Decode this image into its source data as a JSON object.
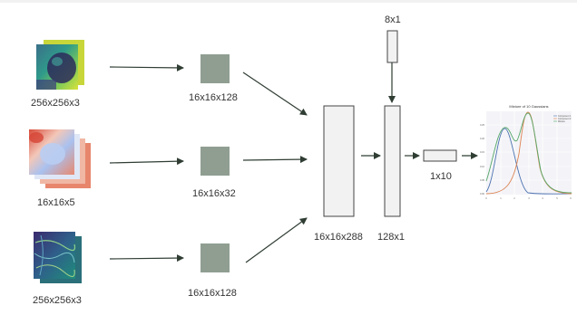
{
  "inputs": [
    {
      "label": "256x256x3"
    },
    {
      "label": "16x16x5"
    },
    {
      "label": "256x256x3"
    }
  ],
  "features": [
    {
      "label": "16x16x128"
    },
    {
      "label": "16x16x32"
    },
    {
      "label": "16x16x128"
    }
  ],
  "concat_label": "16x16x288",
  "extra_input_label": "8x1",
  "dense_label": "128x1",
  "output_label": "1x10",
  "colors": {
    "feature_fill": "#8f9e91",
    "block_fill": "#f2f2f2",
    "arrow": "#2f3d33",
    "blue_curve": "#4c72b0",
    "orange_curve": "#dd8452",
    "green_curve": "#55a868"
  },
  "chart": {
    "title": "Mixture of 10 Gaussians",
    "legend": [
      "Component 1",
      "Component 2",
      "Mixture"
    ],
    "xticks": [
      "0",
      "1",
      "2",
      "3",
      "4",
      "5",
      "6"
    ],
    "yticks": [
      "0.25",
      "0.20",
      "0.15",
      "0.10",
      "0.05",
      "0.00"
    ]
  }
}
